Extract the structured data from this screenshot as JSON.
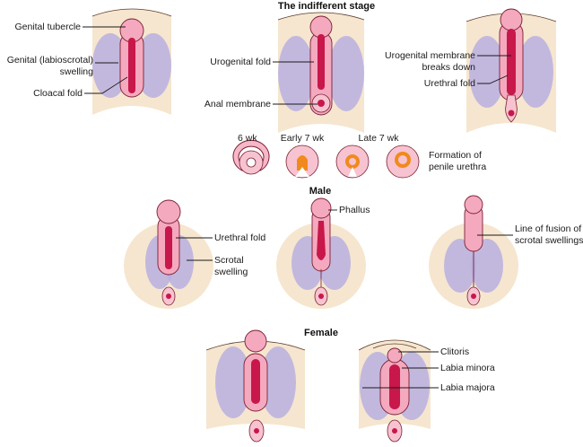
{
  "headers": {
    "indifferent": "The indifferent stage",
    "male": "Male",
    "female": "Female"
  },
  "labels": {
    "genital_tubercle": "Genital tubercle",
    "genital_swelling_1": "Genital (labioscrotal)",
    "genital_swelling_2": "swelling",
    "cloacal_fold": "Cloacal fold",
    "urogenital_fold": "Urogenital fold",
    "anal_membrane": "Anal membrane",
    "ugm_breaks_1": "Urogenital membrane",
    "ugm_breaks_2": "breaks down",
    "urethral_fold_top": "Urethral fold",
    "urethral_fold_male": "Urethral fold",
    "scrotal_swelling_1": "Scrotal",
    "scrotal_swelling_2": "swelling",
    "phallus": "Phallus",
    "fusion_1": "Line of fusion of",
    "fusion_2": "scrotal swellings",
    "clitoris": "Clitoris",
    "labia_minora": "Labia minora",
    "labia_majora": "Labia majora"
  },
  "urethra_formation": {
    "stages": [
      "6 wk",
      "Early 7 wk",
      "Late 7 wk"
    ],
    "caption_1": "Formation of",
    "caption_2": "penile urethra"
  },
  "colors": {
    "skin": "#f6e6cf",
    "swelling": "#b9afe0",
    "fold": "#f4a9bf",
    "groove": "#c8174a",
    "urethra_forming": "#f08a1c"
  }
}
